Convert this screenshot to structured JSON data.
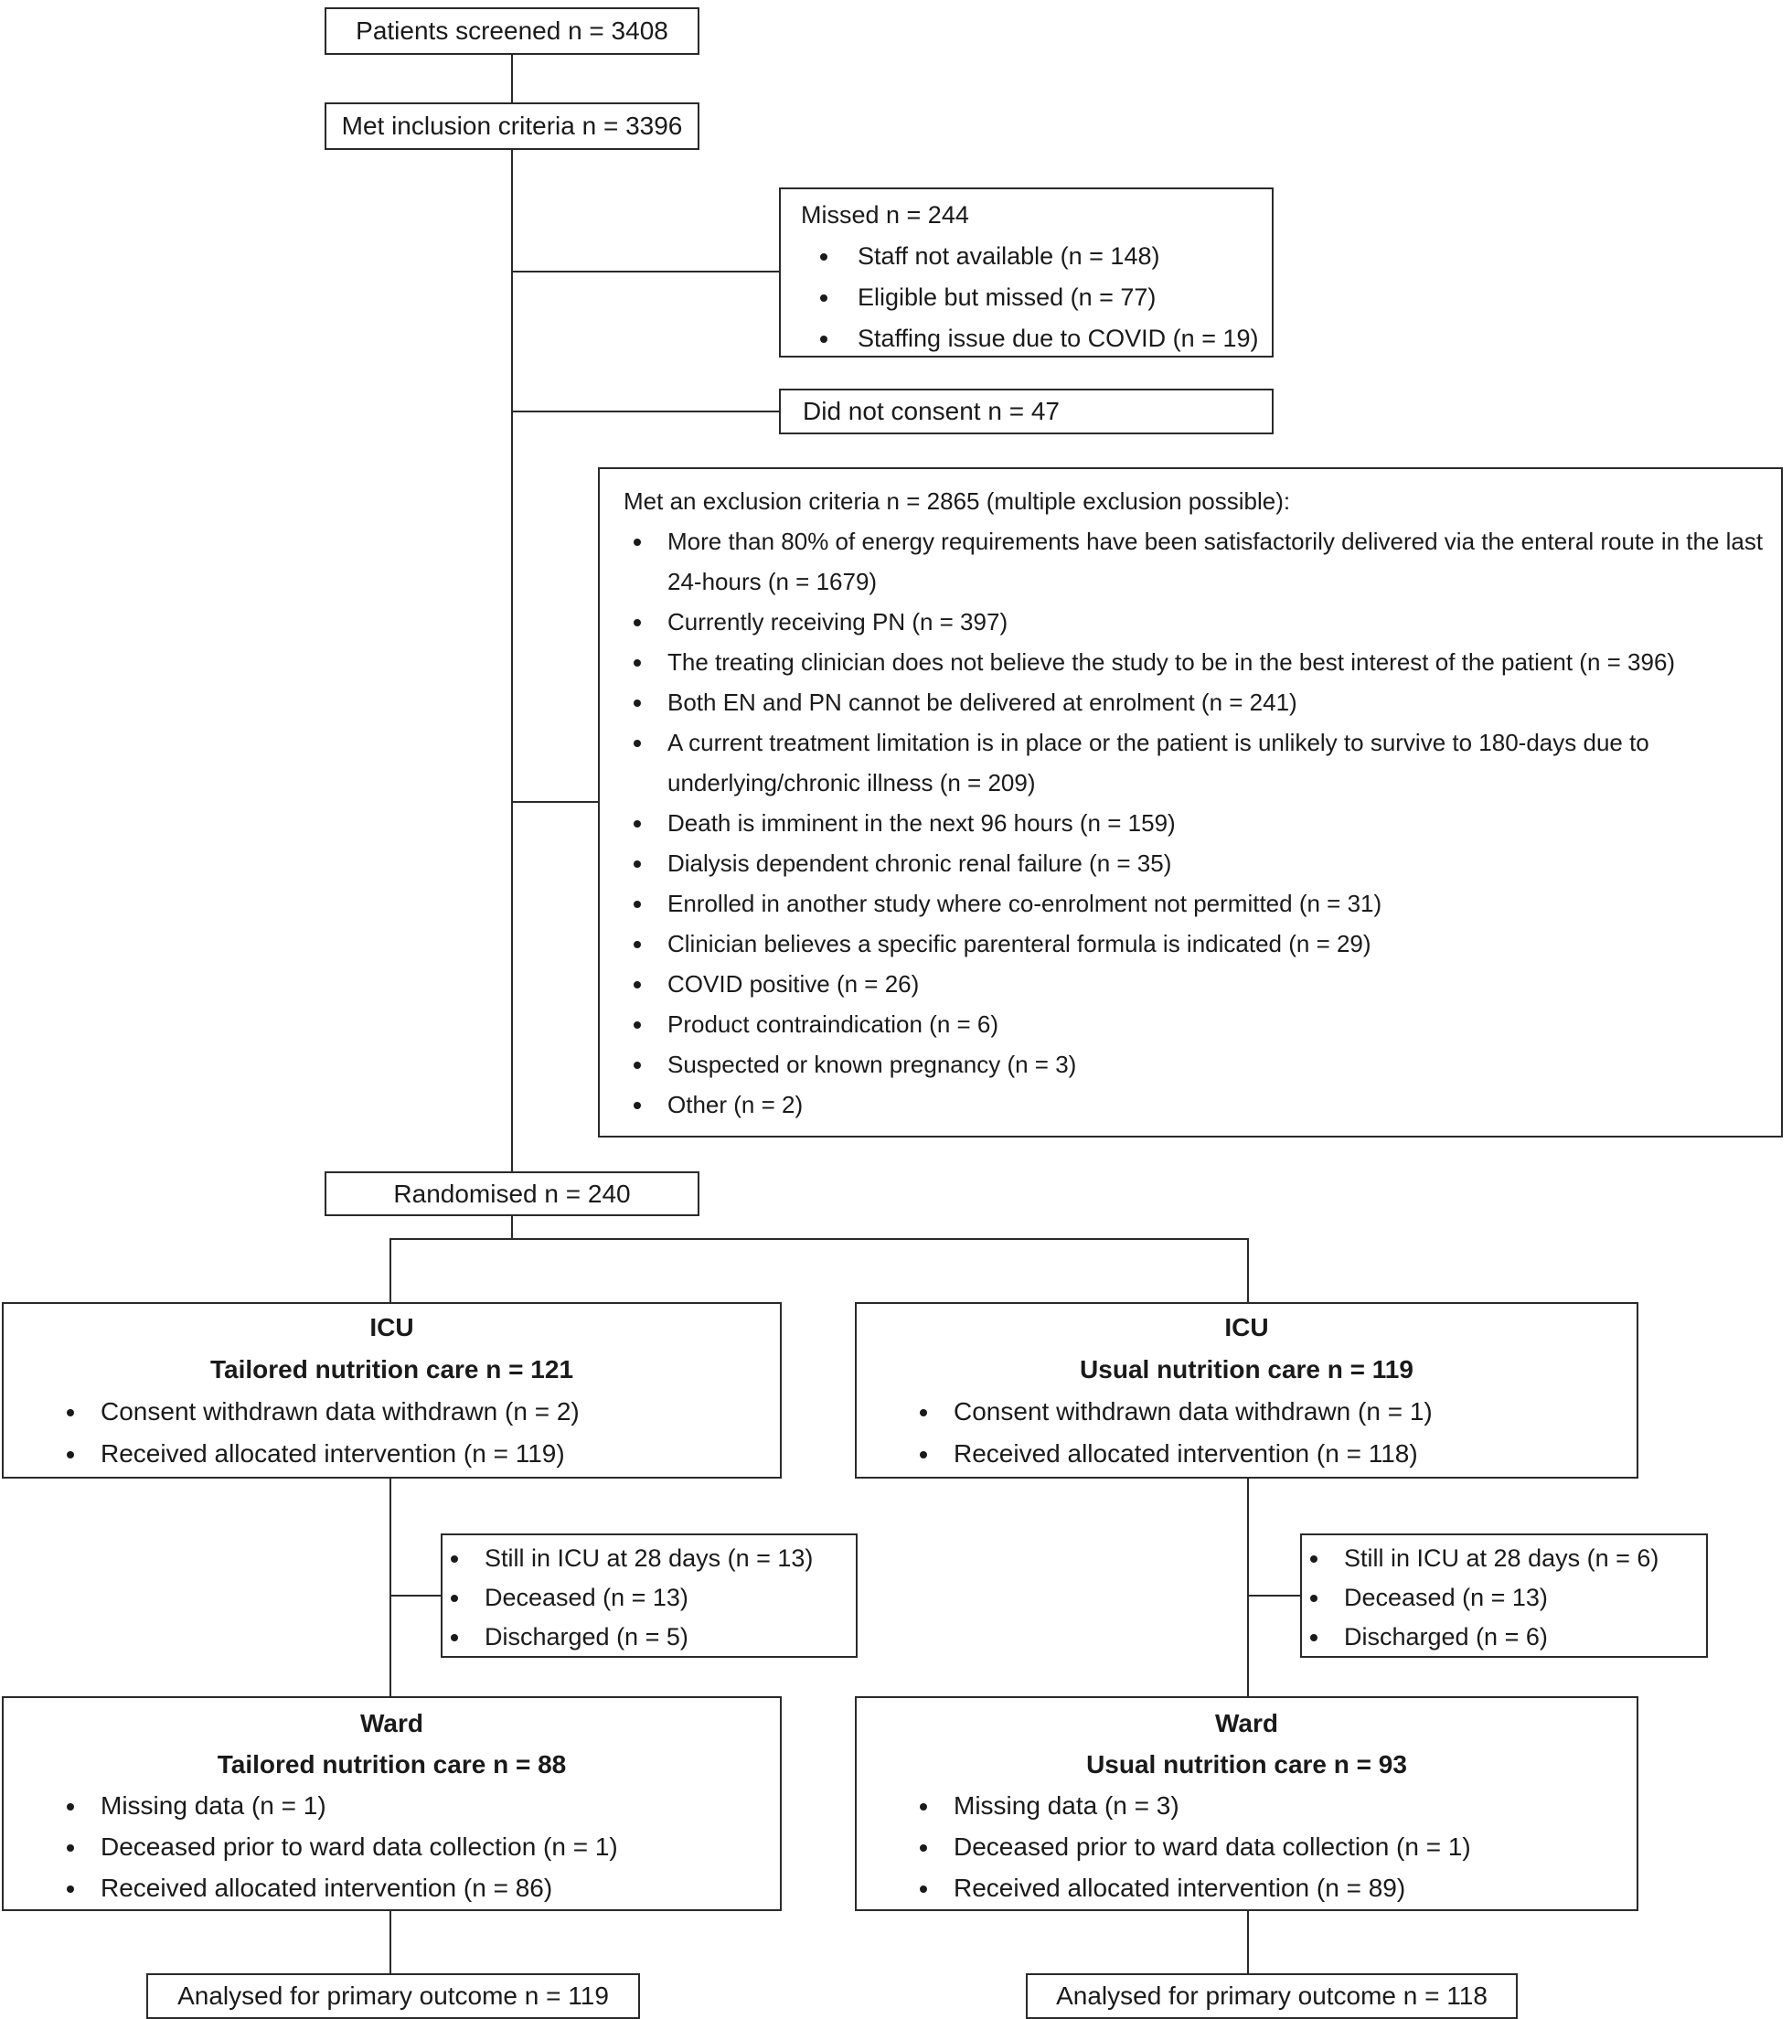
{
  "styles": {
    "border_color": "#2a2a2a",
    "text_color": "#1a1a1a",
    "background": "#ffffff"
  },
  "flow": {
    "screened": {
      "text": "Patients screened n = 3408"
    },
    "inclusion": {
      "text": "Met inclusion criteria n = 3396"
    },
    "missed": {
      "title": "Missed n = 244",
      "items": [
        "Staff not available (n = 148)",
        "Eligible but missed (n = 77)",
        "Staffing issue due to COVID (n = 19)"
      ]
    },
    "no_consent": {
      "text": "Did not consent n = 47"
    },
    "exclusion": {
      "title": "Met an exclusion criteria n = 2865 (multiple exclusion possible):",
      "items": [
        "More than 80% of energy requirements have been satisfactorily delivered via the enteral route in the last 24-hours (n = 1679)",
        "Currently receiving PN (n = 397)",
        "The treating clinician does not believe the study to be in the best interest of the patient (n = 396)",
        "Both EN and PN cannot be delivered at enrolment (n = 241)",
        "A current treatment limitation is in place or the patient is unlikely to survive to 180-days due to underlying/chronic illness (n = 209)",
        "Death is imminent in the next 96 hours (n = 159)",
        "Dialysis dependent chronic renal failure (n = 35)",
        "Enrolled in another study where co-enrolment not permitted (n = 31)",
        "Clinician believes a specific parenteral formula is indicated (n = 29)",
        "COVID positive (n = 26)",
        "Product contraindication (n = 6)",
        "Suspected or known pregnancy (n = 3)",
        "Other (n = 2)"
      ]
    },
    "randomised": {
      "text": "Randomised n = 240"
    },
    "icu_tailored": {
      "unit": "ICU",
      "title": "Tailored nutrition care n = 121",
      "items": [
        "Consent withdrawn data withdrawn (n = 2)",
        "Received allocated intervention (n = 119)"
      ]
    },
    "icu_usual": {
      "unit": "ICU",
      "title": "Usual nutrition care n = 119",
      "items": [
        "Consent withdrawn data withdrawn (n = 1)",
        "Received allocated intervention (n = 118)"
      ]
    },
    "icu_exit_tailored": {
      "items": [
        "Still in ICU at 28 days (n = 13)",
        "Deceased (n = 13)",
        "Discharged (n = 5)"
      ]
    },
    "icu_exit_usual": {
      "items": [
        "Still in ICU at 28 days (n = 6)",
        "Deceased (n = 13)",
        "Discharged (n = 6)"
      ]
    },
    "ward_tailored": {
      "unit": "Ward",
      "title": "Tailored nutrition care n = 88",
      "items": [
        "Missing data (n = 1)",
        "Deceased prior to ward data collection (n = 1)",
        "Received allocated intervention (n = 86)"
      ]
    },
    "ward_usual": {
      "unit": "Ward",
      "title": "Usual nutrition care n = 93",
      "items": [
        "Missing data (n = 3)",
        "Deceased prior to ward data collection (n = 1)",
        "Received allocated intervention (n = 89)"
      ]
    },
    "analysed_tailored": {
      "text": "Analysed for primary outcome n = 119"
    },
    "analysed_usual": {
      "text": "Analysed for primary outcome n = 118"
    }
  }
}
